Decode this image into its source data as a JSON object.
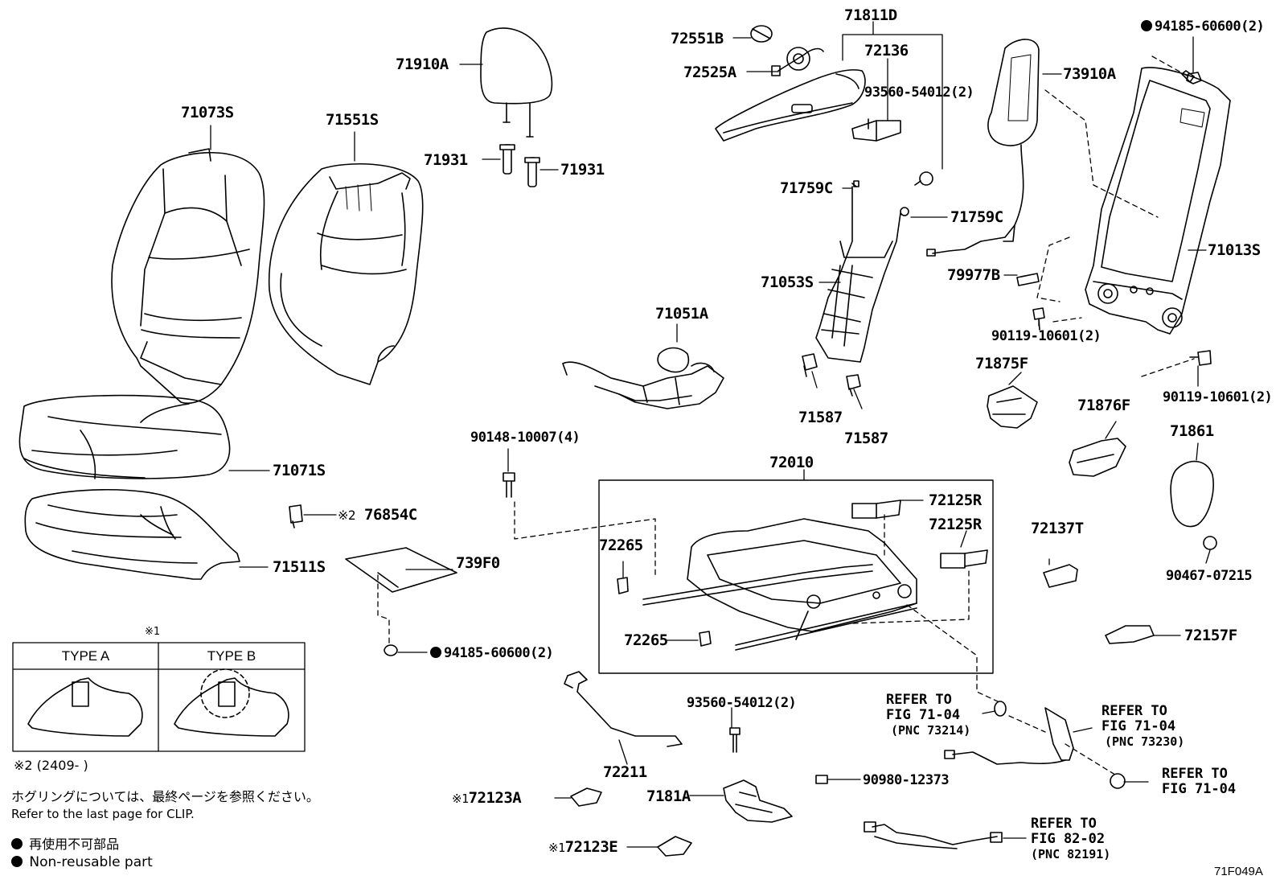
{
  "parts": {
    "p71073S": "71073S",
    "p71551S": "71551S",
    "p71910A": "71910A",
    "p71931a": "71931",
    "p71931b": "71931",
    "p72551B": "72551B",
    "p72525A": "72525A",
    "p71811D": "71811D",
    "p72136": "72136",
    "p93560a": "93560-54012(2)",
    "p73910A": "73910A",
    "p94185a": "94185-60600(2)",
    "p71759C1": "71759C",
    "p71759C2": "71759C",
    "p71053S": "71053S",
    "p79977B": "79977B",
    "p71013S": "71013S",
    "p90119a": "90119-10601(2)",
    "p90119b": "90119-10601(2)",
    "p71051A": "71051A",
    "p71587a": "71587",
    "p71587b": "71587",
    "p71875F": "71875F",
    "p71876F": "71876F",
    "p71861": "71861",
    "p71071S": "71071S",
    "p90148": "90148-10007(4)",
    "p72010": "72010",
    "p72125R1": "72125R",
    "p72125R2": "72125R",
    "p76854C": "76854C",
    "p72265a": "72265",
    "p72265b": "72265",
    "p72137T": "72137T",
    "p71511S": "71511S",
    "p739F0": "739F0",
    "p90467": "90467-07215",
    "p94185b": "94185-60600(2)",
    "p72157F": "72157F",
    "p93560b": "93560-54012(2)",
    "p72211": "72211",
    "p72123A": "72123A",
    "p7181A": "7181A",
    "p72123E": "72123E",
    "p90980": "90980-12373"
  },
  "marks": {
    "m76854C": "※2",
    "m72123A": "※1",
    "m72123E": "※1"
  },
  "refs": {
    "r1a": "REFER TO",
    "r1b": "FIG 71-04",
    "r1c": "(PNC 73214)",
    "r2a": "REFER TO",
    "r2b": "FIG 71-04",
    "r2c": "(PNC 73230)",
    "r3a": "REFER TO",
    "r3b": "FIG 71-04",
    "r4a": "REFER TO",
    "r4b": "FIG 82-02",
    "r4c": "(PNC 82191)"
  },
  "type_table": {
    "mark": "※1",
    "type_a": "TYPE A",
    "type_b": "TYPE B"
  },
  "notes": {
    "date_note": "※2 (2409-      )",
    "jp_clip": "ホグリングについては、最終ページを参照ください。",
    "en_clip": "Refer to the last page for CLIP.",
    "jp_nonreusable": "再使用不可部品",
    "en_nonreusable": "Non-reusable part",
    "figure_code": "71F049A"
  }
}
